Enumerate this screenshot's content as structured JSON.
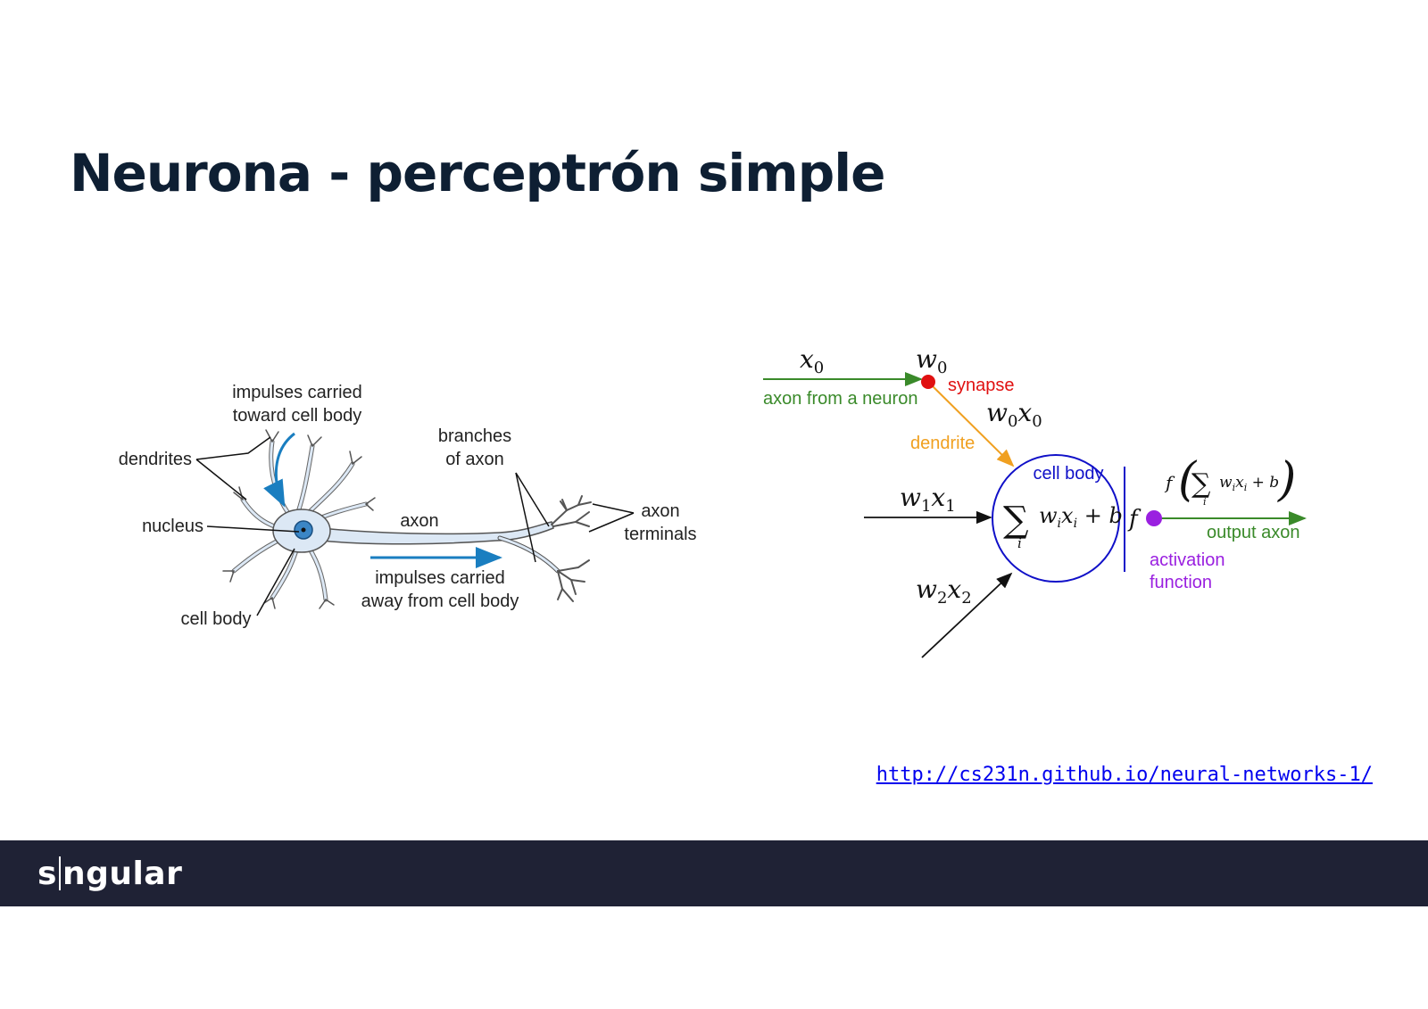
{
  "slide": {
    "title": "Neurona - perceptrón simple",
    "source_link": "http://cs231n.github.io/neural-networks-1/"
  },
  "biological_neuron": {
    "label_impulses_toward_1": "impulses carried",
    "label_impulses_toward_2": "toward cell body",
    "label_dendrites": "dendrites",
    "label_nucleus": "nucleus",
    "label_cell_body": "cell body",
    "label_axon": "axon",
    "label_branches_1": "branches",
    "label_branches_2": "of axon",
    "label_terminals_1": "axon",
    "label_terminals_2": "terminals",
    "label_impulses_away_1": "impulses carried",
    "label_impulses_away_2": "away from cell body"
  },
  "mathematical_model": {
    "label_axon_from_neuron": "axon from a neuron",
    "label_synapse": "synapse",
    "label_dendrite": "dendrite",
    "label_cell_body": "cell body",
    "label_output_axon": "output axon",
    "label_activation_1": "activation",
    "label_activation_2": "function",
    "colors": {
      "axon": "#3a8a2a",
      "synapse": "#e01010",
      "dendrite": "#f0a020",
      "cell_body": "#1010c8",
      "activation": "#9a20e0"
    }
  },
  "footer": {
    "logo_left": "s",
    "logo_right": "ngular"
  }
}
